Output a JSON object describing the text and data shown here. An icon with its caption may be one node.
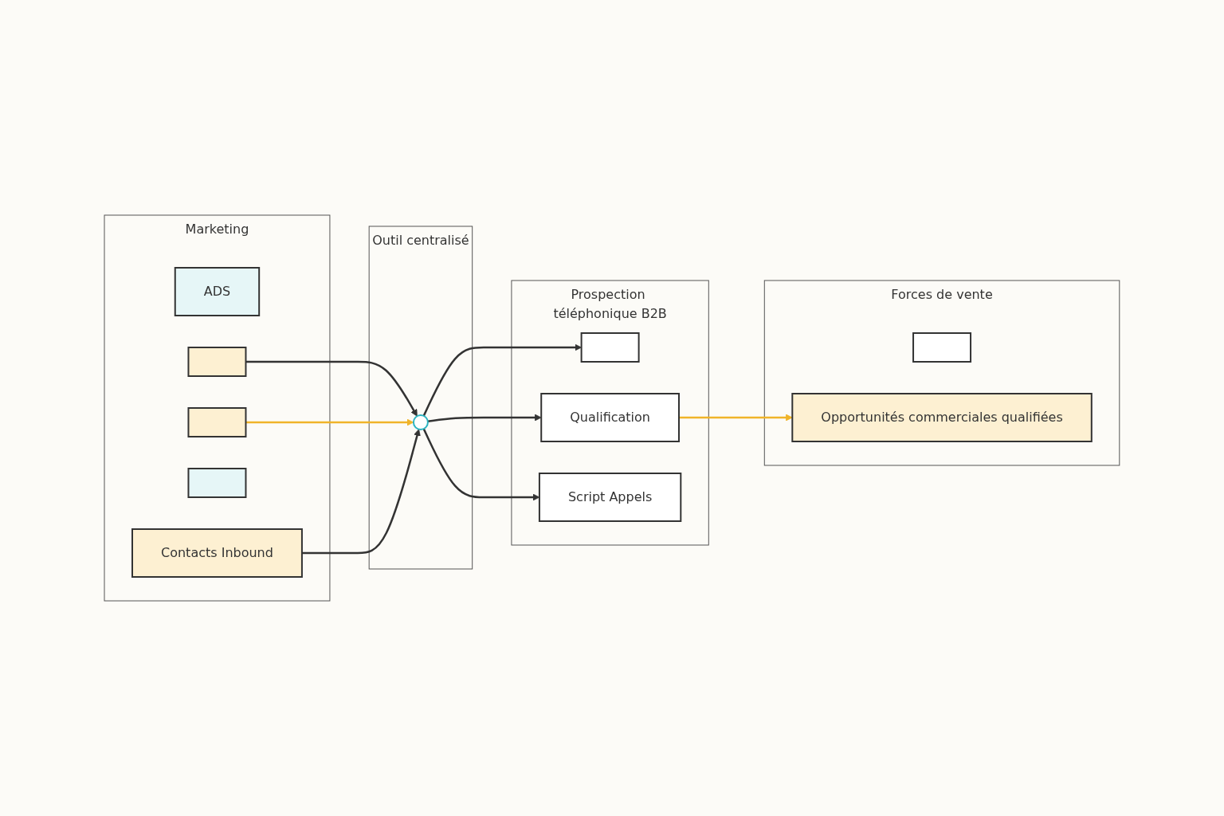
{
  "diagram": {
    "nodes": [
      {
        "text": [
          "Marketing"
        ]
      },
      {
        "text": [
          "ADS"
        ],
        "in": 0
      },
      {
        "text": [],
        "shape": "box",
        "in": 0
      },
      {
        "text": [],
        "shape": "box",
        "in": 0
      },
      {
        "text": [],
        "shape": "box",
        "in": 0
      },
      {
        "text": [
          "Contacts Inbound"
        ],
        "in": 0
      },
      {
        "text": [
          "Outil centralisé"
        ]
      },
      {
        "text": [],
        "shape": "circle",
        "in": 6
      },
      {
        "text": [
          "Prospection téléphonique B2B"
        ]
      },
      {
        "text": [],
        "shape": "box",
        "in": 8
      },
      {
        "text": [
          "Qualification"
        ],
        "in": 8
      },
      {
        "text": [
          "Script Appels"
        ],
        "in": 8
      },
      {
        "text": [
          "Forces de vente"
        ]
      },
      {
        "text": [],
        "shape": "box",
        "in": 12
      },
      {
        "text": [
          "Opportunités commerciales qualifiées"
        ],
        "in": 12
      }
    ],
    "edges": [
      {
        "from": 2,
        "to": 7,
        "arrow": "to"
      },
      {
        "from": 3,
        "to": 7,
        "arrow": "to",
        "color": "#f0b429"
      },
      {
        "from": 5,
        "to": 7,
        "arrow": "to"
      },
      {
        "from": 7,
        "to": 9,
        "arrow": "to"
      },
      {
        "from": 7,
        "to": 10,
        "arrow": "to"
      },
      {
        "from": 7,
        "to": 11,
        "arrow": "to"
      },
      {
        "from": 10,
        "to": 14,
        "arrow": "to",
        "color": "#f0b429"
      }
    ]
  }
}
